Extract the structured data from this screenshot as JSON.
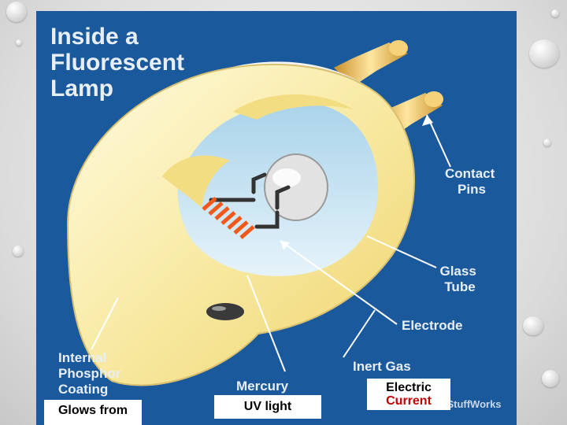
{
  "title_lines": [
    "Inside a",
    "Fluorescent",
    "Lamp"
  ],
  "callouts": {
    "contact_pins": [
      "Contact",
      "Pins"
    ],
    "glass_tube": [
      "Glass",
      "Tube"
    ],
    "electrode": "Electrode",
    "inert_gas": "Inert Gas",
    "phosphor": [
      "Internal",
      "Phosphor",
      "Coating"
    ],
    "mercury": "Mercury"
  },
  "watermark": "HowStuffWorks",
  "overlay_labels": {
    "glows_from": "Glows from",
    "uv_light": "UV light",
    "electric": "Electric",
    "current": "Current"
  },
  "colors": {
    "panel_blue": "#1a5a9c",
    "callout_text": "#e8eef6",
    "tube_yellow": "#f7e9a0",
    "pin_gold": "#e7b84a",
    "filament_orange": "#ef5a1c",
    "overlay_red": "#c00000"
  }
}
